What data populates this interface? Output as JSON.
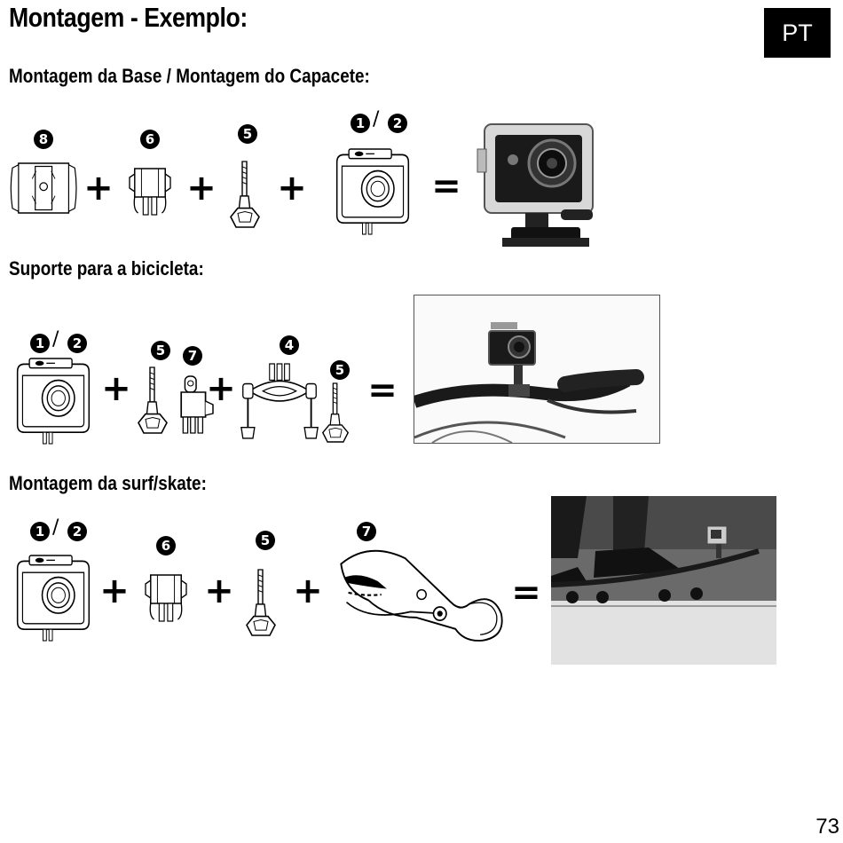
{
  "page": {
    "title": "Montagem - Exemplo:",
    "language": "PT",
    "page_number": "73"
  },
  "sections": [
    {
      "heading": "Montagem da Base / Montagem do Capacete:"
    },
    {
      "heading": "Suporte para a bicicleta:"
    },
    {
      "heading": "Montagem da surf/skate:"
    }
  ],
  "symbols": {
    "plus": "+",
    "equals": "=",
    "slash": "/"
  },
  "parts": {
    "one": "1",
    "two": "2",
    "four": "4",
    "five": "5",
    "six": "6",
    "seven": "7",
    "eight": "8"
  },
  "icons": [
    "adhesive-base-mount-icon",
    "buckle-mount-icon",
    "screw-icon",
    "waterproof-case-icon",
    "j-adapter-icon",
    "handlebar-mount-icon",
    "surf-clamp-icon",
    "camera-photo",
    "bike-photo",
    "skate-photo"
  ],
  "colors": {
    "text": "#000000",
    "badge_bg": "#000000",
    "badge_text": "#ffffff",
    "page_bg": "#ffffff"
  }
}
